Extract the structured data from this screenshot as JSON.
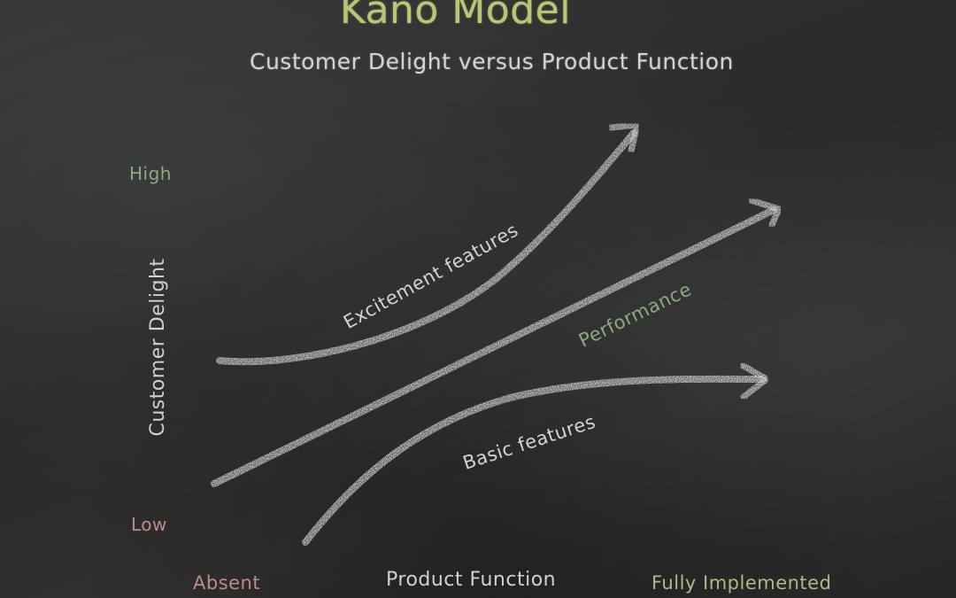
{
  "diagram": {
    "title": "Kano Model",
    "subtitle": "Customer Delight versus Product Function",
    "y_axis": {
      "label": "Customer Delight",
      "high": "High",
      "low": "Low"
    },
    "x_axis": {
      "label": "Product Function",
      "left": "Absent",
      "right": "Fully Implemented"
    },
    "curves": {
      "excitement": "Excitement features",
      "performance": "Performance",
      "basic": "Basic features"
    },
    "colors": {
      "board": "#2b2b2b",
      "chalk_white": "#dcdcdc",
      "title_green": "#b9c775",
      "label_green": "#8aab7c",
      "label_pink": "#c08a8a"
    }
  }
}
